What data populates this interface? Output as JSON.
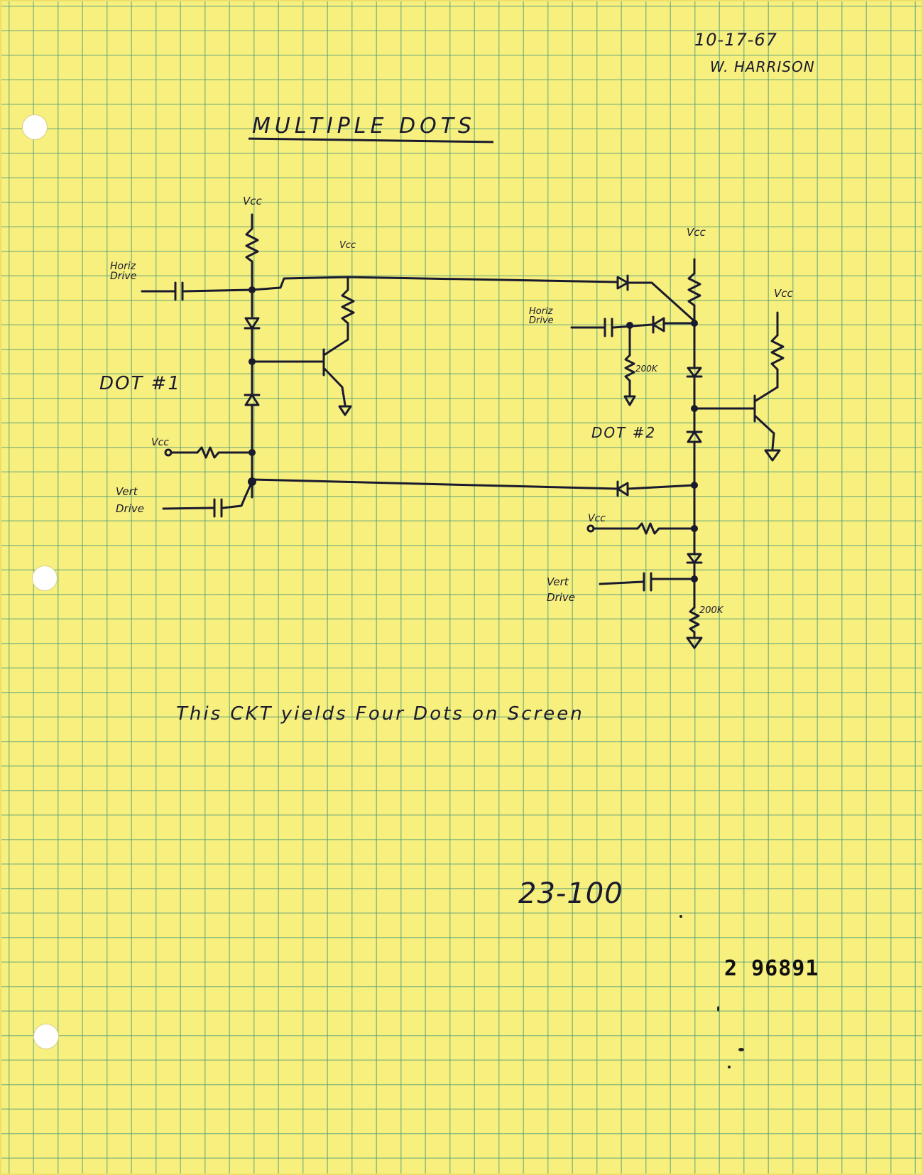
{
  "header": {
    "date": "10-17-67",
    "author": "W. HARRISON"
  },
  "title": "MULTIPLE DOTS",
  "schematic": {
    "labels": {
      "vcc_top_left": "Vcc",
      "vcc_transistor_1": "Vcc",
      "horiz_drive_1": "Horiz\nDrive",
      "dot_1": "DOT #1",
      "vcc_left_resistor": "Vcc",
      "vert_drive_1": "Vert\nDrive",
      "vcc_top_right": "Vcc",
      "horiz_drive_2": "Horiz\nDrive",
      "resistor_200k_1": "200K",
      "vcc_transistor_2": "Vcc",
      "dot_2": "DOT #2",
      "vcc_right_resistor": "Vcc",
      "vert_drive_2": "Vert\nDrive",
      "resistor_200k_2": "200K"
    }
  },
  "caption": "This CKT yields Four Dots on Screen",
  "page_number": "23-100",
  "serial_number": "2 96891"
}
